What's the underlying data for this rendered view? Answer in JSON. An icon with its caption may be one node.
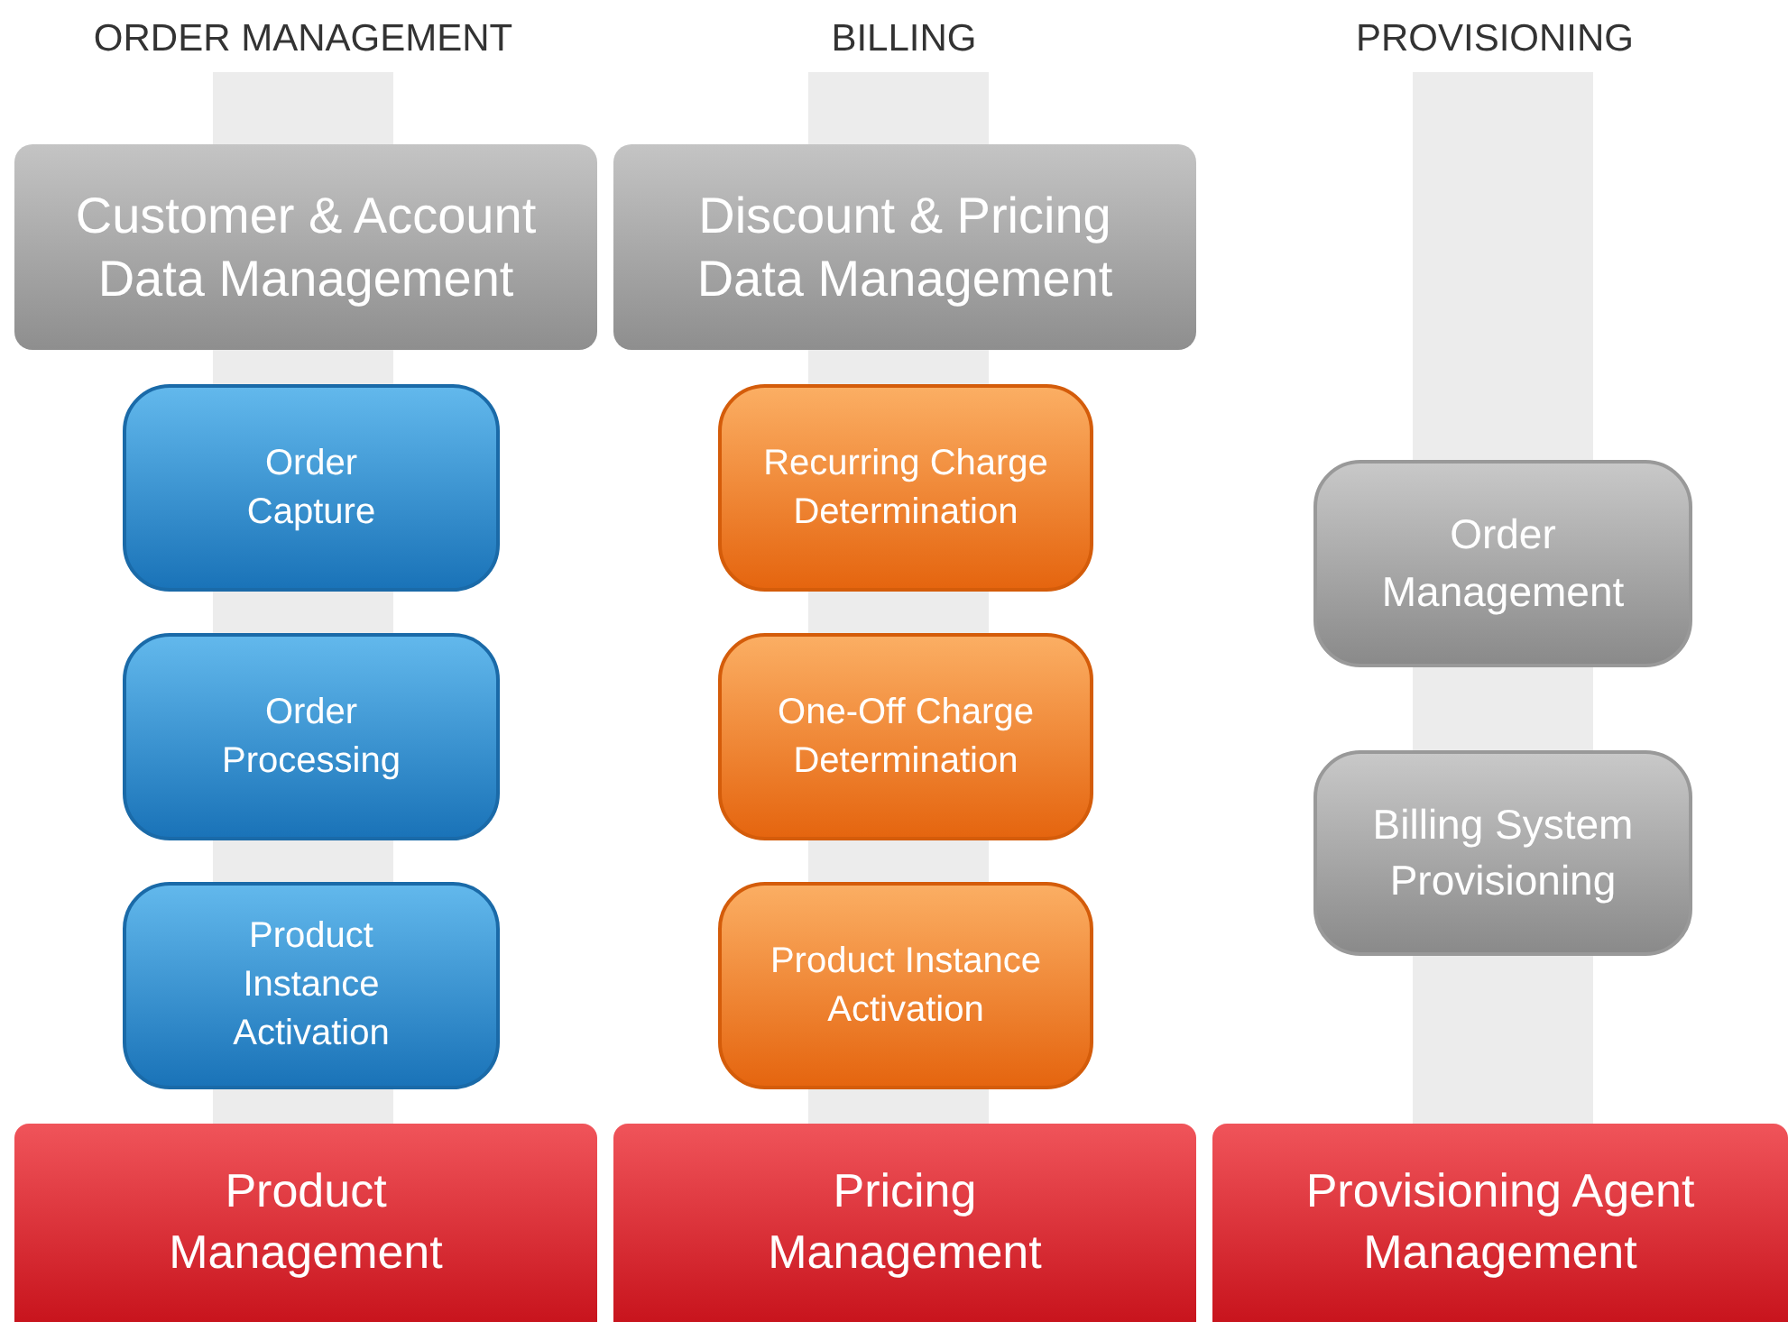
{
  "diagram": {
    "nodes": [
      {
        "text": [
          "Customer & Account Data Management"
        ]
      },
      {
        "text": [
          "Discount & Pricing Data Management"
        ]
      },
      {
        "text": [
          "Order Capture"
        ]
      },
      {
        "text": [
          "Recurring Charge Determination"
        ]
      },
      {
        "text": [
          "Order Processing"
        ]
      },
      {
        "text": [
          "One-Off Charge Determination"
        ]
      },
      {
        "text": [
          "Order Management"
        ]
      },
      {
        "text": [
          "Product Instance Activation"
        ]
      },
      {
        "text": [
          "Product Instance Activation"
        ]
      },
      {
        "text": [
          "Billing System Provisioning"
        ]
      },
      {
        "text": [
          "Product Management"
        ]
      },
      {
        "text": [
          "Pricing Management"
        ]
      },
      {
        "text": [
          "Provisioning Agent Management"
        ]
      }
    ],
    "edges": [],
    "labels": [
      "ORDER MANAGEMENT",
      "BILLING",
      "PROVISIONING"
    ]
  }
}
